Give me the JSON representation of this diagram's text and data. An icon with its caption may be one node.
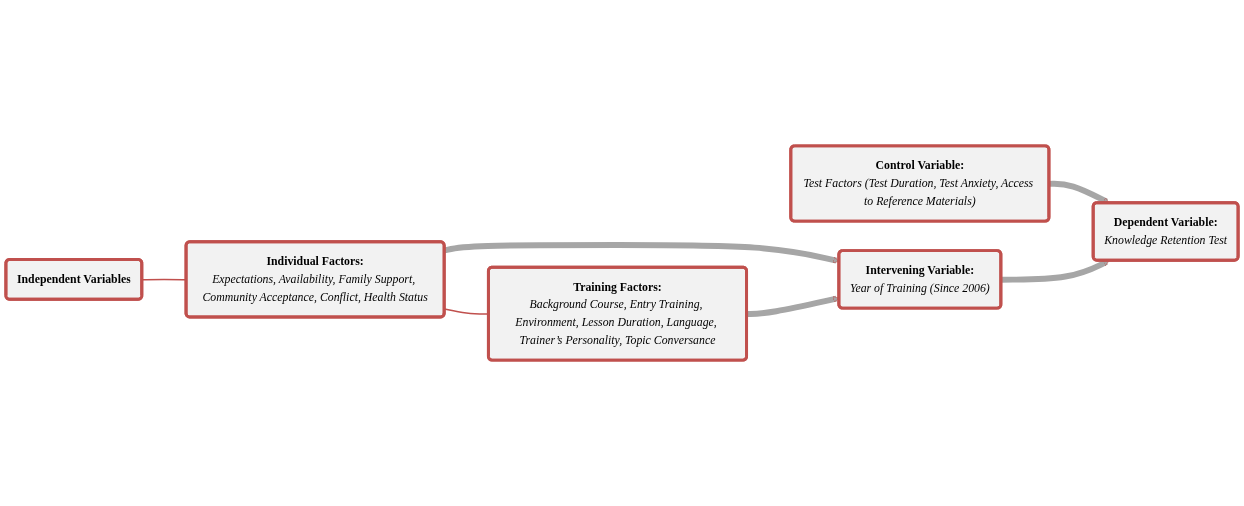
{
  "diagram": {
    "nodes": [
      {
        "text": [
          "Control Variable:",
          "Test Factors (Test Duration, Test Anxiety, Access to Reference Materials)"
        ]
      },
      {
        "text": [
          "Independent Variables"
        ]
      },
      {
        "text": [
          "Individual Factors:",
          "Expectations, Availability, Family Support, Community Acceptance, Conflict, Health Status"
        ]
      },
      {
        "text": [
          "Intervening Variable:",
          "Year of Training (Since 2006)"
        ]
      },
      {
        "text": [
          "Dependent Variable:",
          "Knowledge Retention Test"
        ]
      },
      {
        "text": [
          "Training Factors:",
          "Background Course, Entry Training, Environment, Lesson Duration, Language, Trainer’s Personality, Topic Conversance"
        ]
      }
    ],
    "edges": [
      {
        "from": 0,
        "to": 4,
        "arrow": "to"
      },
      {
        "from": 1,
        "to": 2,
        "arrow": "none",
        "color": "#c0504d"
      },
      {
        "from": 2,
        "to": 3,
        "arrow": "to"
      },
      {
        "from": 3,
        "to": 4,
        "arrow": "to"
      },
      {
        "from": 2,
        "to": 5,
        "arrow": "none",
        "color": "#c0504d"
      },
      {
        "from": 5,
        "to": 3,
        "arrow": "to"
      }
    ]
  }
}
